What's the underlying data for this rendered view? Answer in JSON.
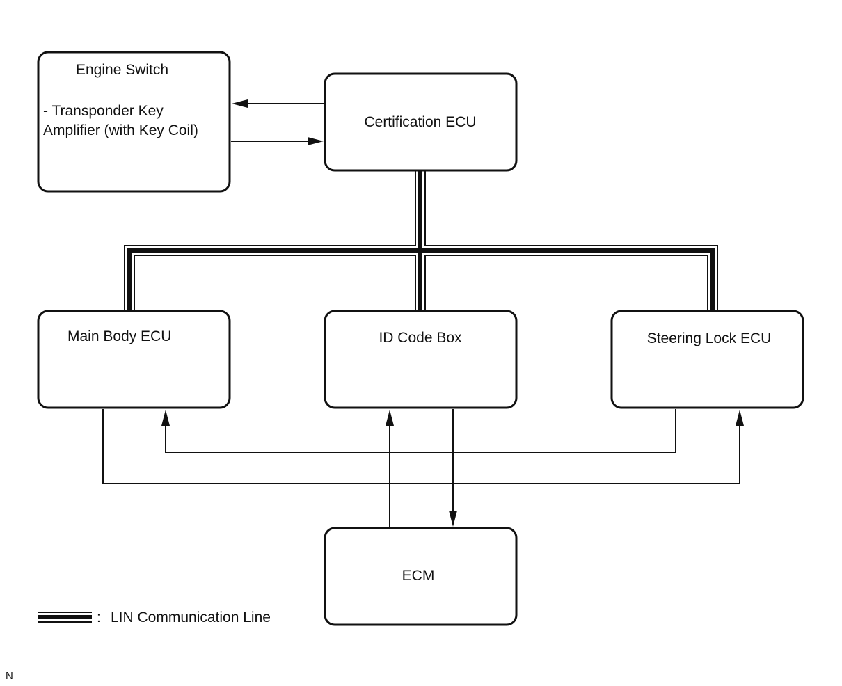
{
  "boxes": {
    "engine_switch": {
      "title": "Engine Switch",
      "line1": "- Transponder Key",
      "line2": "Amplifier (with Key Coil)"
    },
    "certification_ecu": {
      "title": "Certification ECU"
    },
    "main_body_ecu": {
      "title": "Main Body ECU"
    },
    "id_code_box": {
      "title": "ID Code Box"
    },
    "steering_lock_ecu": {
      "title": "Steering Lock ECU"
    },
    "ecm": {
      "title": "ECM"
    }
  },
  "legend": {
    "separator": ":",
    "label": "LIN Communication Line"
  },
  "corner_mark": "N",
  "colors": {
    "line": "#111111",
    "background": "#ffffff"
  }
}
